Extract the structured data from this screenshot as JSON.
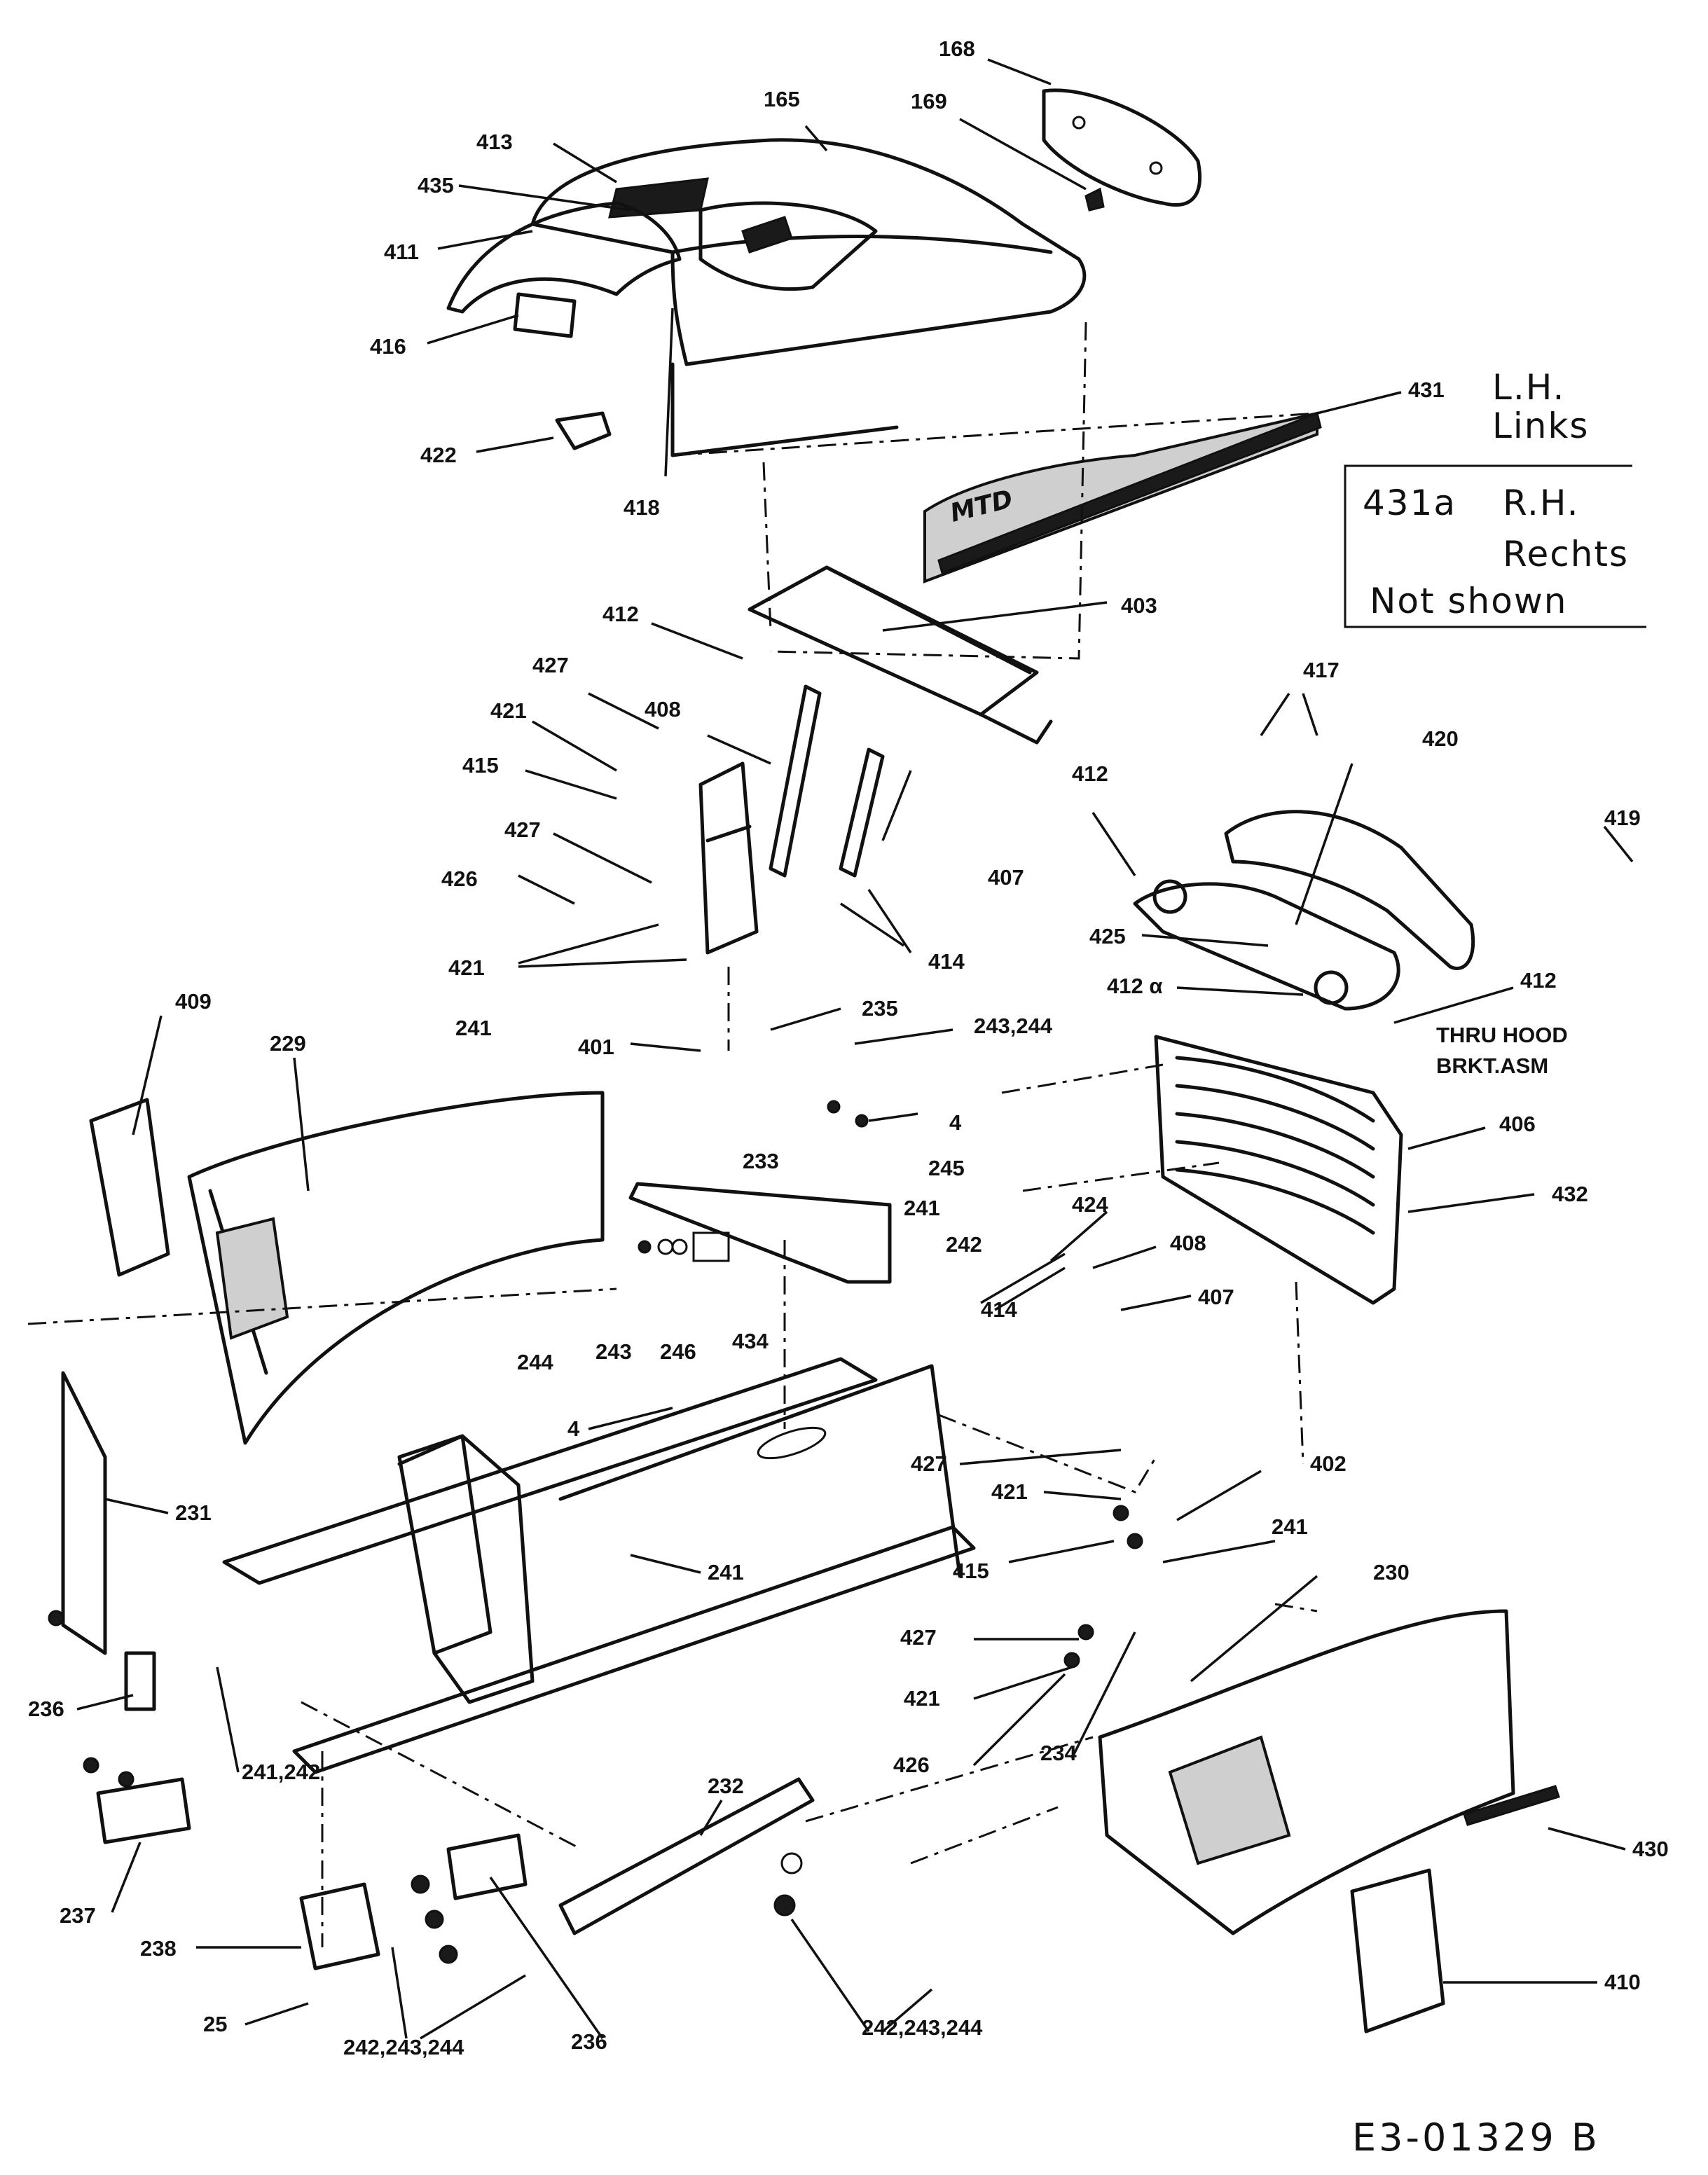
{
  "callouts": {
    "c168": "168",
    "c165": "165",
    "c169": "169",
    "c413": "413",
    "c435": "435",
    "c411": "411",
    "c416": "416",
    "c422": "422",
    "c418": "418",
    "c431": "431",
    "c412a": "412",
    "c403": "403",
    "c427a": "427",
    "c408a": "408",
    "c421a": "421",
    "c415a": "415",
    "c427b": "427",
    "c407a": "407",
    "c426a": "426",
    "c421b": "421",
    "c414a": "414",
    "c241a": "241",
    "c401": "401",
    "c235": "235",
    "c243_244": "243,244",
    "c4a": "4",
    "c245": "245",
    "c233": "233",
    "c241b": "241",
    "c242": "242",
    "c244": "244",
    "c243": "243",
    "c246": "246",
    "c434": "434",
    "c417": "417",
    "c420": "420",
    "c419": "419",
    "c412b": "412",
    "c425": "425",
    "c412_alpha": "412 α",
    "c412c": "412",
    "c406": "406",
    "c432": "432",
    "c424": "424",
    "c408b": "408",
    "c414b": "414",
    "c407b": "407",
    "c409": "409",
    "c229": "229",
    "c4b": "4",
    "c231": "231",
    "c241c": "241",
    "c427c": "427",
    "c402": "402",
    "c421c": "421",
    "c241d": "241",
    "c415b": "415",
    "c230": "230",
    "c427d": "427",
    "c421d": "421",
    "c426b": "426",
    "c234": "234",
    "c236a": "236",
    "c241_242": "241,242",
    "c232": "232",
    "c237": "237",
    "c238": "238",
    "c25": "25",
    "c242_243_244a": "242,243,244",
    "c236b": "236",
    "c242_243_244b": "242,243,244",
    "c430": "430",
    "c410": "410"
  },
  "notes": {
    "lh_line1": "L.H.",
    "lh_line2": "Links",
    "rh_code": "431a",
    "rh_line1": "R.H.",
    "rh_line2": "Rechts",
    "rh_line3": "Not shown",
    "thru_line1": "THRU HOOD",
    "thru_line2": "BRKT.ASM",
    "brand_decal": "MTD"
  },
  "document_number": "E3-01329 B"
}
